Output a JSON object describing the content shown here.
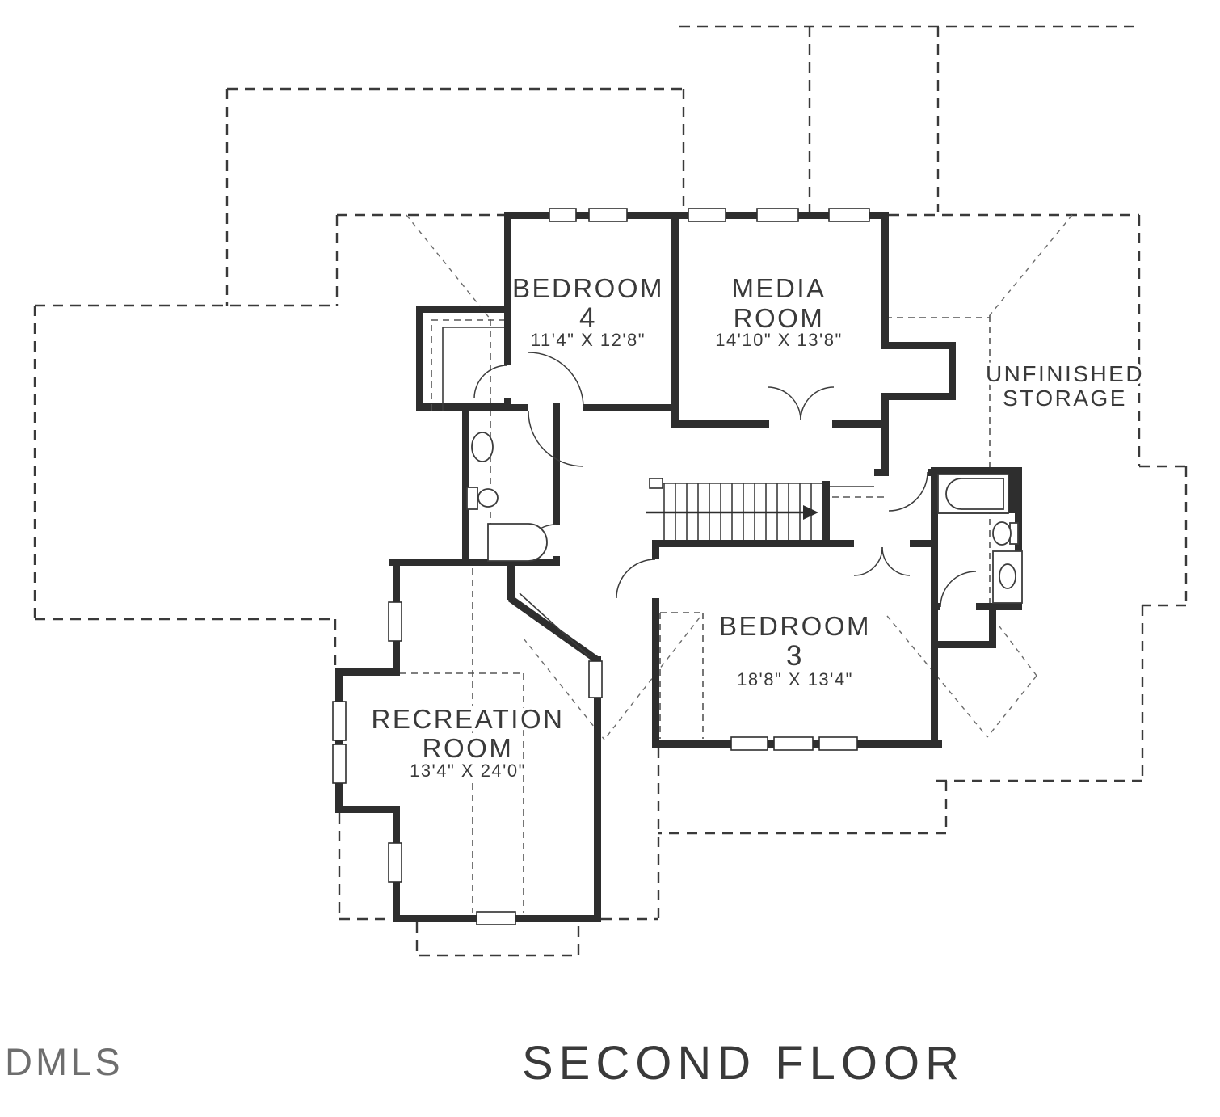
{
  "watermark": "DMLS",
  "plan_title": "SECOND FLOOR",
  "rooms": {
    "bedroom4": {
      "name": "BEDROOM",
      "number": "4",
      "dimensions": "11'4\" X 12'8\""
    },
    "media_room": {
      "line1": "MEDIA",
      "line2": "ROOM",
      "dimensions": "14'10\" X 13'8\""
    },
    "unfinished_storage": {
      "line1": "UNFINISHED",
      "line2": "STORAGE"
    },
    "bedroom3": {
      "name": "BEDROOM",
      "number": "3",
      "dimensions": "18'8\" X 13'4\""
    },
    "recreation_room": {
      "line1": "RECREATION",
      "line2": "ROOM",
      "dimensions": "13'4\" X 24'0\""
    }
  }
}
